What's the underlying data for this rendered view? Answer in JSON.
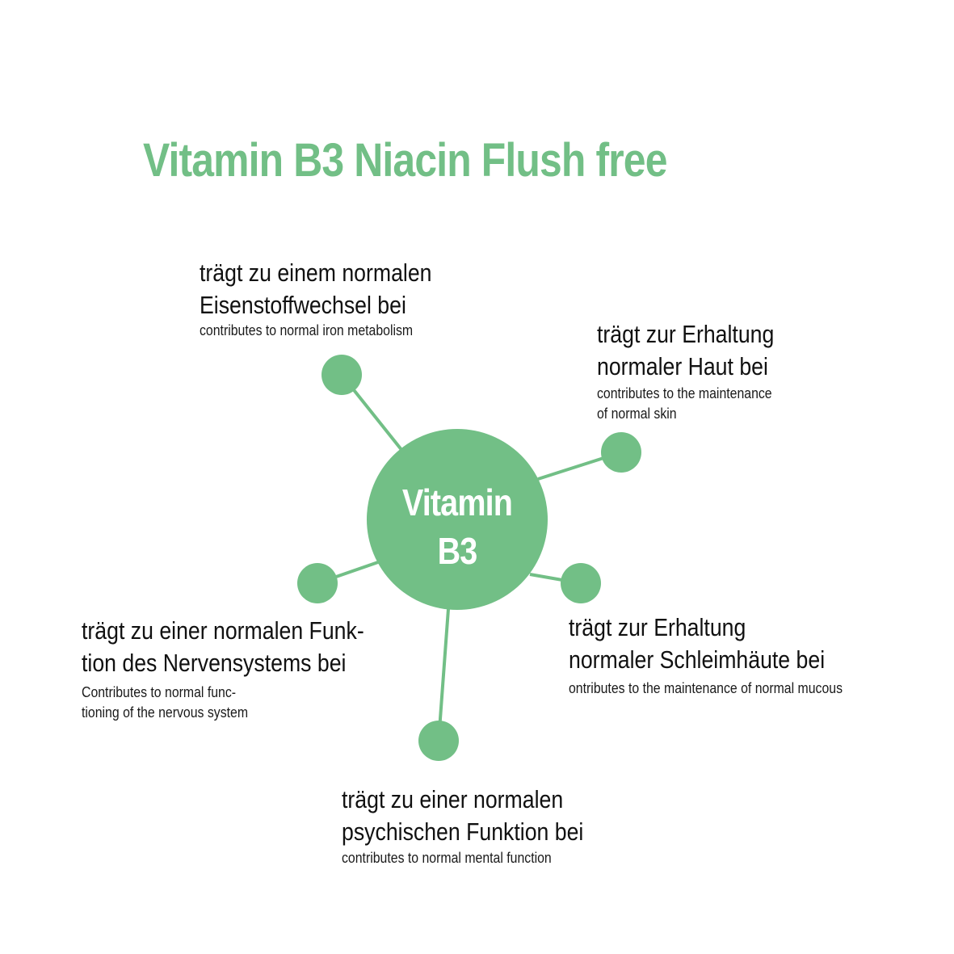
{
  "title": "Vitamin B3 Niacin Flush free",
  "colors": {
    "accent": "#72BF86",
    "text": "#111111",
    "background": "#ffffff"
  },
  "center": {
    "line1": "Vitamin",
    "line2": "B3"
  },
  "benefits": [
    {
      "position": "top-left",
      "de_lines": [
        "trägt zu einem normalen",
        "Eisenstoffwechsel bei"
      ],
      "en_lines": [
        "contributes to normal iron metabolism"
      ]
    },
    {
      "position": "top-right",
      "de_lines": [
        "trägt zur Erhaltung",
        "normaler Haut bei"
      ],
      "en_lines": [
        "contributes to the maintenance",
        "of normal skin"
      ]
    },
    {
      "position": "left",
      "de_lines": [
        "trägt zu einer normalen Funk-",
        "tion des Nervensystems bei"
      ],
      "en_lines": [
        "Contributes to normal func-",
        "tioning of the nervous system"
      ]
    },
    {
      "position": "right",
      "de_lines": [
        "trägt zur Erhaltung",
        "normaler Schleimhäute bei"
      ],
      "en_lines": [
        "ontributes to the maintenance of normal mucous"
      ]
    },
    {
      "position": "bottom",
      "de_lines": [
        "trägt zu einer normalen",
        "psychischen Funktion bei"
      ],
      "en_lines": [
        "contributes to normal mental function"
      ]
    }
  ]
}
